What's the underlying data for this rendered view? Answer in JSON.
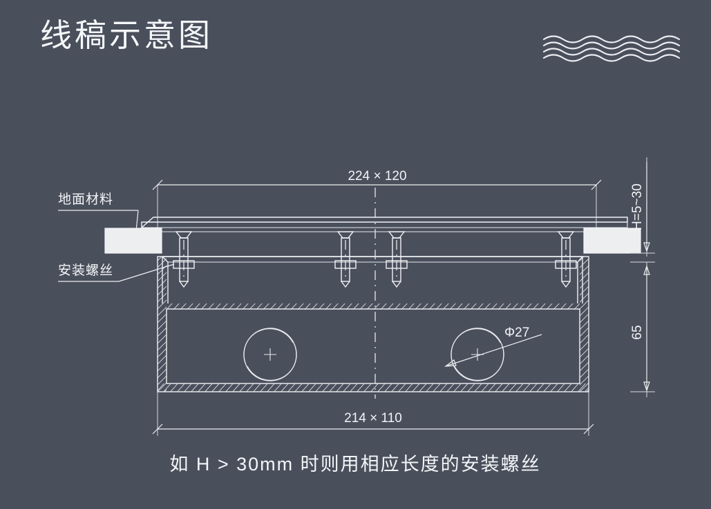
{
  "page": {
    "title": "线稿示意图",
    "background_color": "#4a4f5c",
    "line_color": "#f2f4f6",
    "fill_color": "#eceef0"
  },
  "header": {
    "title": "线稿示意图",
    "decoration_icon": "wave-lines-icon",
    "wave_count": 4
  },
  "annotations": {
    "floor_material": "地面材料",
    "mounting_screw": "安装螺丝"
  },
  "dimensions": {
    "top": "224 × 120",
    "bottom": "214 × 110",
    "height_range": "H=5~30",
    "depth": "65",
    "hole_diameter": "Φ27"
  },
  "caption": {
    "text": "如 H > 30mm 时则用相应长度的安装螺丝"
  }
}
